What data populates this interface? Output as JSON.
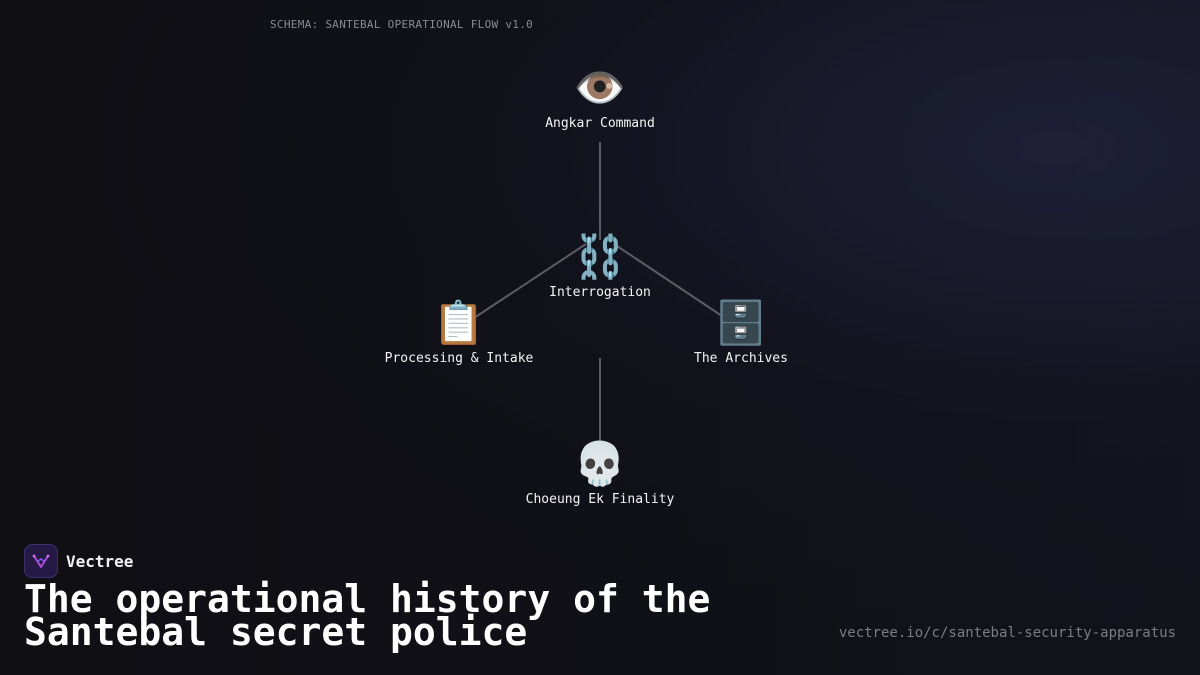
{
  "schema_label": "SCHEMA: SANTEBAL OPERATIONAL FLOW v1.0",
  "nodes": [
    {
      "id": "angkar",
      "label": "Angkar Command",
      "icon": "eye-icon",
      "glyph": "👁️"
    },
    {
      "id": "interrogation",
      "label": "Interrogation",
      "icon": "chains-icon",
      "glyph": "⛓️"
    },
    {
      "id": "processing",
      "label": "Processing & Intake",
      "icon": "clipboard-icon",
      "glyph": "📋"
    },
    {
      "id": "archives",
      "label": "The Archives",
      "icon": "file-cabinet-icon",
      "glyph": "🗄️"
    },
    {
      "id": "choeung-ek",
      "label": "Choeung Ek Finality",
      "icon": "skull-icon",
      "glyph": "💀"
    }
  ],
  "edges": [
    {
      "from": "angkar",
      "to": "interrogation"
    },
    {
      "from": "interrogation",
      "to": "processing"
    },
    {
      "from": "interrogation",
      "to": "archives"
    },
    {
      "from": "interrogation",
      "to": "choeung-ek"
    }
  ],
  "brand": {
    "name": "Vectree",
    "icon": "vectree-logo-icon"
  },
  "headline": "The operational history of the Santebal secret police",
  "url": "vectree.io/c/santebal-security-apparatus",
  "colors": {
    "edge": "#5c5c62",
    "logo_bg": "#231b45",
    "logo_mark": "#b04ad8"
  }
}
